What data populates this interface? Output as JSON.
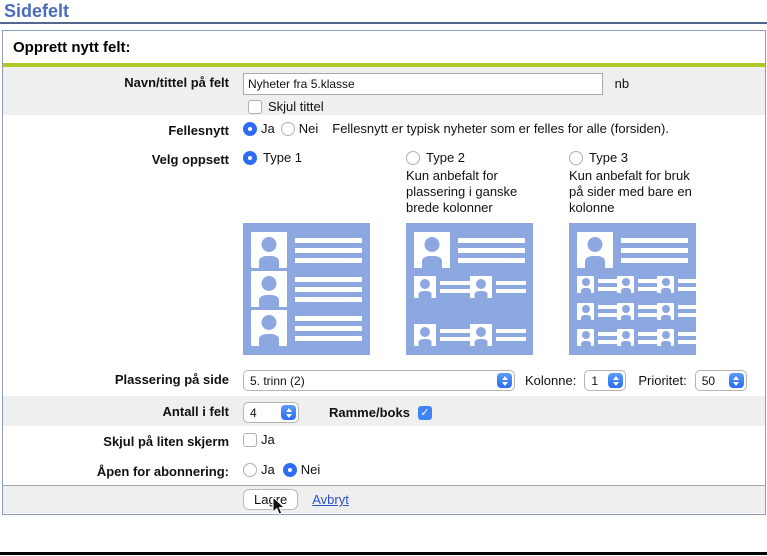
{
  "page": {
    "title": "Sidefelt"
  },
  "form": {
    "header": "Opprett nytt felt:",
    "name": {
      "label": "Navn/tittel på felt",
      "value": "Nyheter fra 5.klasse",
      "lang": "nb",
      "hide_title_label": "Skjul tittel"
    },
    "fellesnytt": {
      "label": "Fellesnytt",
      "yes": "Ja",
      "no": "Nei",
      "description": "Fellesnytt er typisk nyheter som er felles for alle (forsiden)."
    },
    "layout": {
      "label": "Velg oppsett",
      "options": [
        {
          "label": "Type 1",
          "description": "",
          "selected": true
        },
        {
          "label": "Type 2",
          "description": "Kun anbefalt for plassering i ganske brede kolonner",
          "selected": false
        },
        {
          "label": "Type 3",
          "description": "Kun anbefalt for bruk på sider med bare en kolonne",
          "selected": false
        }
      ],
      "previews": [
        {
          "big_rows": 3,
          "grid_rows": 0,
          "grid_cols": 0
        },
        {
          "big_rows": 1,
          "grid_rows": 2,
          "grid_cols": 2
        },
        {
          "big_rows": 1,
          "grid_rows": 3,
          "grid_cols": 3
        }
      ]
    },
    "placement": {
      "label": "Plassering på side",
      "value": "5. trinn (2)",
      "kolonne_label": "Kolonne:",
      "kolonne_value": "1",
      "prioritet_label": "Prioritet:",
      "prioritet_value": "50"
    },
    "antall": {
      "label": "Antall i felt",
      "value": "4",
      "ramme_label": "Ramme/boks",
      "ramme_checked": true
    },
    "hide_small": {
      "label": "Skjul på liten skjerm",
      "checkbox_label": "Ja",
      "checked": false
    },
    "subscribe": {
      "label": "Åpen for abonnering:",
      "yes": "Ja",
      "no": "Nei",
      "selected": "Nei"
    },
    "actions": {
      "save": "Lagre",
      "cancel": "Avbryt"
    }
  },
  "colors": {
    "title": "#4a6cbd",
    "title_rule": "#54678e",
    "green_rule": "#afc827",
    "row_gray": "#efefef",
    "preview_blue": "#8da7e0",
    "accent_blue": "#2e6df3",
    "box_border": "#8e9db8"
  }
}
